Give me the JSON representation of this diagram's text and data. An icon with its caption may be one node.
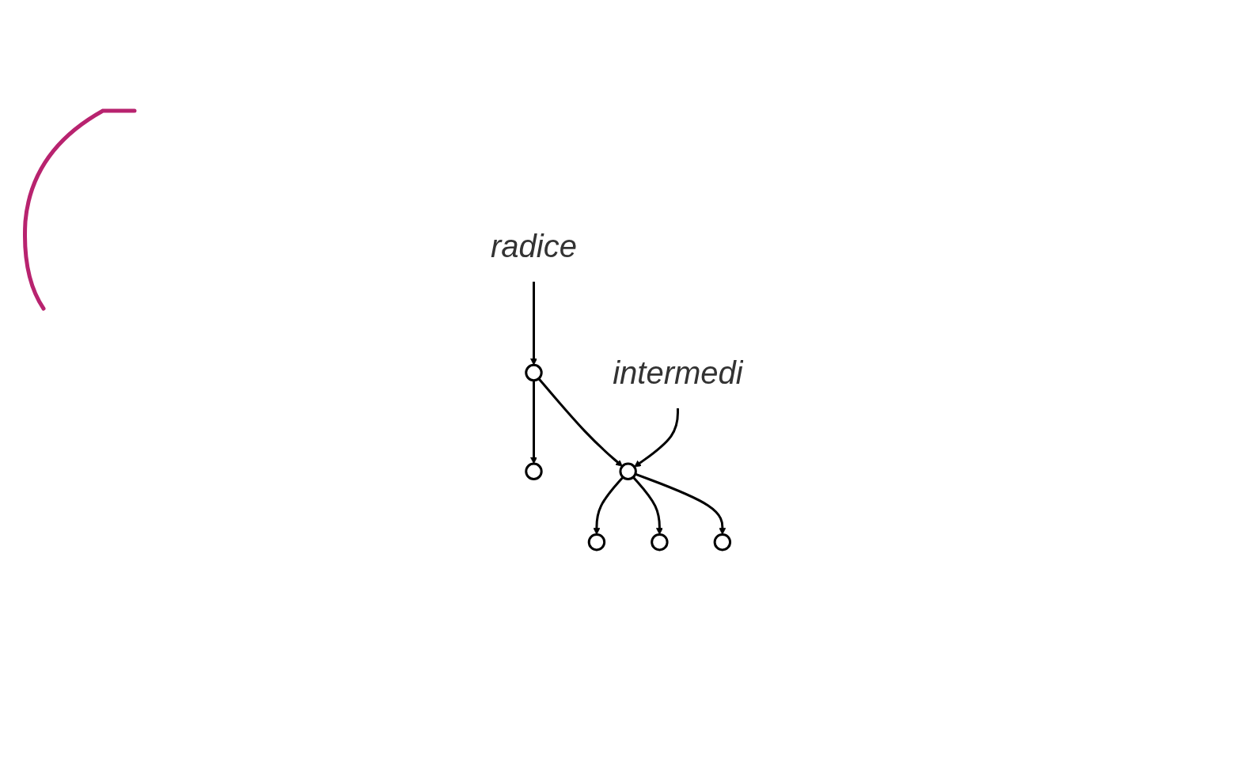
{
  "diagram": {
    "nodes": [
      {
        "text": [],
        "shape": "circle"
      },
      {
        "text": [
          "radice"
        ]
      },
      {
        "text": [],
        "shape": "circle"
      },
      {
        "text": [],
        "shape": "circle"
      },
      {
        "text": [
          "intermedi"
        ]
      },
      {
        "text": [],
        "shape": "circle"
      },
      {
        "text": [],
        "shape": "circle"
      },
      {
        "text": [],
        "shape": "circle"
      }
    ],
    "edges": [
      {
        "from": 0,
        "to": 2,
        "arrow": "to"
      },
      {
        "from": 0,
        "to": 3,
        "arrow": "to"
      },
      {
        "from": 1,
        "to": 0,
        "arrow": "to"
      },
      {
        "from": 3,
        "to": 5,
        "arrow": "to"
      },
      {
        "from": 3,
        "to": 6,
        "arrow": "to"
      },
      {
        "from": 3,
        "to": 7,
        "arrow": "to"
      },
      {
        "from": 4,
        "to": 3,
        "arrow": "to"
      }
    ]
  }
}
